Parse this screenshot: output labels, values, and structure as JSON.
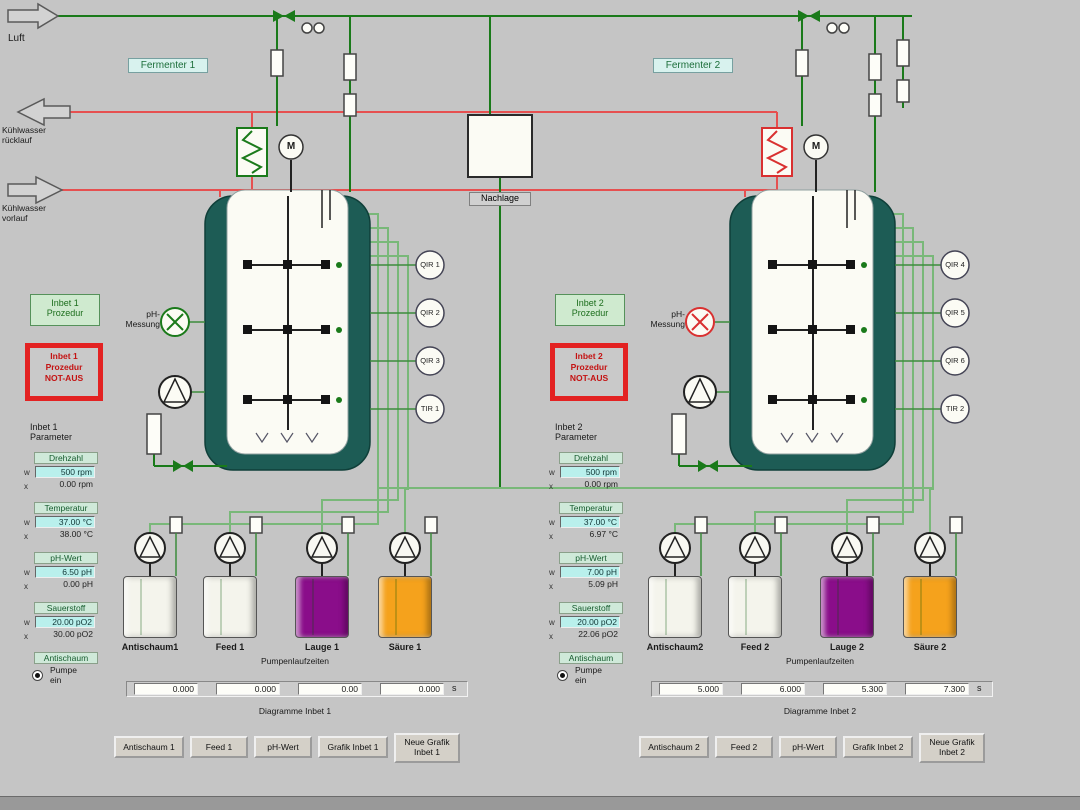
{
  "colors": {
    "background": "#c5c5c5",
    "pipe_green": "#1a7a1a",
    "pipe_light_green": "#79b879",
    "pipe_red": "#e65050",
    "vessel_jacket": "#1d5c55",
    "alarm_red": "#e32222",
    "field_cyan": "#b9f0ec",
    "lauge_purple": "#8a0d8a",
    "saeure_orange": "#f5a21c"
  },
  "top": {
    "luft": "Luft",
    "kw_ruecklauf": [
      "Kühlwasser",
      "rücklauf"
    ],
    "kw_vorlauf": [
      "Kühlwasser",
      "vorlauf"
    ],
    "nachlage": "Nachlage"
  },
  "fermenters": [
    {
      "title": "Fermenter 1",
      "motor": "M",
      "ph_label": [
        "pH-",
        "Messung"
      ],
      "sensors": [
        "QIR 1",
        "QIR 2",
        "QIR 3",
        "TIR 1"
      ],
      "proc_button": [
        "Inbet 1",
        "Prozedur"
      ],
      "notaus": [
        "Inbet 1",
        "Prozedur",
        "NOT-AUS"
      ],
      "param_title": [
        "Inbet 1",
        "Parameter"
      ],
      "groups": [
        {
          "header": "Drehzahl",
          "wp": "w",
          "w": "500 rpm",
          "xp": "x",
          "x": "0.00 rpm"
        },
        {
          "header": "Temperatur",
          "wp": "w",
          "w": "37.00 °C",
          "xp": "x",
          "x": "38.00 °C"
        },
        {
          "header": "pH-Wert",
          "wp": "w",
          "w": "6.50 pH",
          "xp": "x",
          "x": "0.00 pH"
        },
        {
          "header": "Sauerstoff",
          "wp": "w",
          "w": "20.00 pO2",
          "xp": "x",
          "x": "30.00 pO2"
        }
      ],
      "antifoam": {
        "header": "Antischaum",
        "label": [
          "Pumpe",
          "ein"
        ]
      },
      "tanks": [
        {
          "label": "Antischaum1",
          "color": "#f4f4ec"
        },
        {
          "label": "Feed 1",
          "color": "#f4f4ec"
        },
        {
          "label": "Lauge 1",
          "color": "#8a0d8a"
        },
        {
          "label": "Säure 1",
          "color": "#f5a21c"
        }
      ],
      "runtime_label": "Pumpenlaufzeiten",
      "times": [
        "0.000",
        "0.000",
        "0.00",
        "0.000"
      ],
      "times_unit": "s",
      "diagrams_label": "Diagramme Inbet 1",
      "buttons": [
        "Antischaum 1",
        "Feed 1",
        "pH-Wert",
        "Grafik Inbet 1",
        "Neue Grafik Inbet 1"
      ]
    },
    {
      "title": "Fermenter 2",
      "motor": "M",
      "ph_label": [
        "pH-",
        "Messung"
      ],
      "sensors": [
        "QIR 4",
        "QIR 5",
        "QIR 6",
        "TIR 2"
      ],
      "proc_button": [
        "Inbet 2",
        "Prozedur"
      ],
      "notaus": [
        "Inbet 2",
        "Prozedur",
        "NOT-AUS"
      ],
      "param_title": [
        "Inbet 2",
        "Parameter"
      ],
      "groups": [
        {
          "header": "Drehzahl",
          "wp": "w",
          "w": "500 rpm",
          "xp": "x",
          "x": "0.00 rpm"
        },
        {
          "header": "Temperatur",
          "wp": "w",
          "w": "37.00 °C",
          "xp": "x",
          "x": "6.97 °C"
        },
        {
          "header": "pH-Wert",
          "wp": "w",
          "w": "7.00 pH",
          "xp": "x",
          "x": "5.09 pH"
        },
        {
          "header": "Sauerstoff",
          "wp": "w",
          "w": "20.00 pO2",
          "xp": "x",
          "x": "22.06 pO2"
        }
      ],
      "antifoam": {
        "header": "Antischaum",
        "label": [
          "Pumpe",
          "ein"
        ]
      },
      "tanks": [
        {
          "label": "Antischaum2",
          "color": "#f4f4ec"
        },
        {
          "label": "Feed 2",
          "color": "#f4f4ec"
        },
        {
          "label": "Lauge 2",
          "color": "#8a0d8a"
        },
        {
          "label": "Säure 2",
          "color": "#f5a21c"
        }
      ],
      "runtime_label": "Pumpenlaufzeiten",
      "times": [
        "5.000",
        "6.000",
        "5.300",
        "7.300"
      ],
      "times_unit": "s",
      "diagrams_label": "Diagramme Inbet 2",
      "buttons": [
        "Antischaum 2",
        "Feed 2",
        "pH-Wert",
        "Grafik Inbet 2",
        "Neue Grafik Inbet 2"
      ]
    }
  ]
}
